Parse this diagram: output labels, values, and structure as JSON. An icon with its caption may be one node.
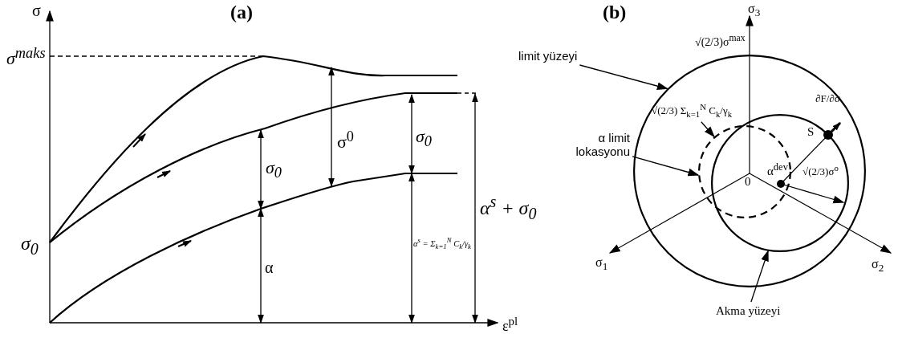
{
  "diagram": {
    "nodes": [
      {
        "text": [
          "limit yüzeyi"
        ]
      },
      {
        "text": [],
        "shape": "circle",
        "beside": [
          "√(2/3)σ$^{max}$"
        ]
      },
      {
        "text": [
          "√(2/3) Σ$_{k=1}$$^{N}$ C$_{k}$/γ$_{k}$"
        ],
        "in": 1
      },
      {
        "text": [],
        "shape": "circle",
        "in": 1
      },
      {
        "text": [
          "α limit lokasyonu"
        ]
      },
      {
        "text": [
          "Akma yüzeyi"
        ]
      },
      {
        "text": [],
        "shape": "circle",
        "in": 1
      }
    ],
    "edges": [
      {
        "from": 0,
        "to": 1,
        "arrow": "to"
      },
      {
        "from": 2,
        "to": 3,
        "arrow": "to"
      },
      {
        "from": 4,
        "to": 3,
        "arrow": "to"
      },
      {
        "from": 5,
        "to": 6,
        "arrow": "to"
      }
    ],
    "labels": [
      "σ",
      "(a)",
      "σ$^{maks}$",
      "σ$_{0}$",
      "σ$_{0}$",
      "σ$^{0}$",
      "σ$_{0}$",
      "α",
      "α$^{s}$ = Σ$_{k=1}$$^{N}$ C$_{k}$/γ$_{k}$",
      "α$^{s}$ + σ$_{0}$",
      "ε$^{pl}$",
      "(b)",
      "σ$_{3}$",
      "∂F/∂σ",
      "S",
      "α$^{dev}$",
      "0",
      "√(2/3)σ$^{o}$",
      "σ$_{1}$",
      "σ$_{2}$"
    ]
  }
}
